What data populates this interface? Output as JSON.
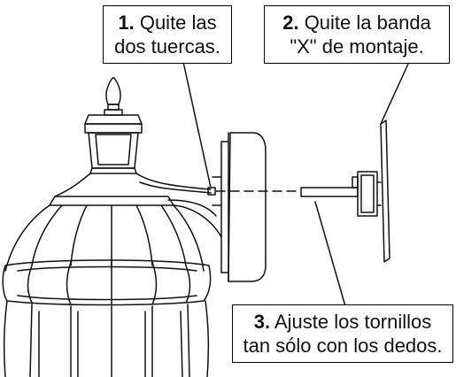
{
  "callouts": {
    "c1": {
      "num": "1.",
      "line1": "Quite las",
      "line2": "dos tuercas."
    },
    "c2": {
      "num": "2.",
      "line1": "Quite la banda",
      "line2": "\"X\" de montaje."
    },
    "c3": {
      "num": "3.",
      "line1": "Ajuste los tornillos",
      "line2": "tan sólo con los dedos."
    }
  },
  "colors": {
    "ink": "#111111",
    "paper": "#ffffff"
  },
  "icons": [
    "lantern-illustration",
    "mounting-plate-illustration",
    "wall-bracket-illustration"
  ]
}
